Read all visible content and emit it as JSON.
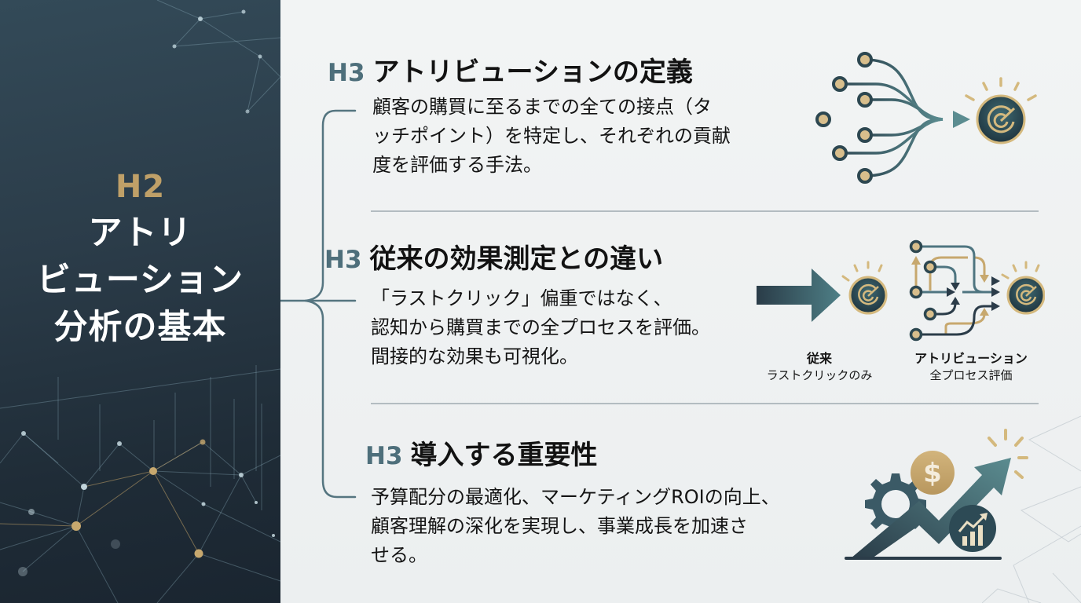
{
  "sidebar": {
    "tag": "H2",
    "title": "アトリ\nビューション\n分析の基本"
  },
  "sections": [
    {
      "tag": "H3",
      "title": "アトリビューションの定義",
      "body": "顧客の購買に至るまでの全ての接点（タ\nッチポイント）を特定し、それぞれの貢献\n度を評価する手法。",
      "illustration": "touchpoints-converging-to-target-icon"
    },
    {
      "tag": "H3",
      "title": "従来の効果測定との違い",
      "body": "「ラストクリック」偏重ではなく、\n認知から購買までの全プロセスを評価。\n間接的な効果も可視化。",
      "comparison": [
        {
          "label": "従来",
          "sublabel": "ラストクリックのみ",
          "icon": "single-arrow-to-target-icon"
        },
        {
          "label": "アトリビューション",
          "sublabel": "全プロセス評価",
          "icon": "multi-path-to-target-icon"
        }
      ]
    },
    {
      "tag": "H3",
      "title": "導入する重要性",
      "body": "予算配分の最適化、マーケティングROIの向上、\n顧客理解の深化を実現し、事業成長を加速さ\nせる。",
      "illustration": "growth-arrow-gear-dollar-icon"
    }
  ],
  "colors": {
    "panel_dark": "#2b3c49",
    "accent_gold": "#bfa068",
    "accent_teal": "#4e6f7b",
    "background": "#eef1f2",
    "divider": "#b3bcc1"
  }
}
